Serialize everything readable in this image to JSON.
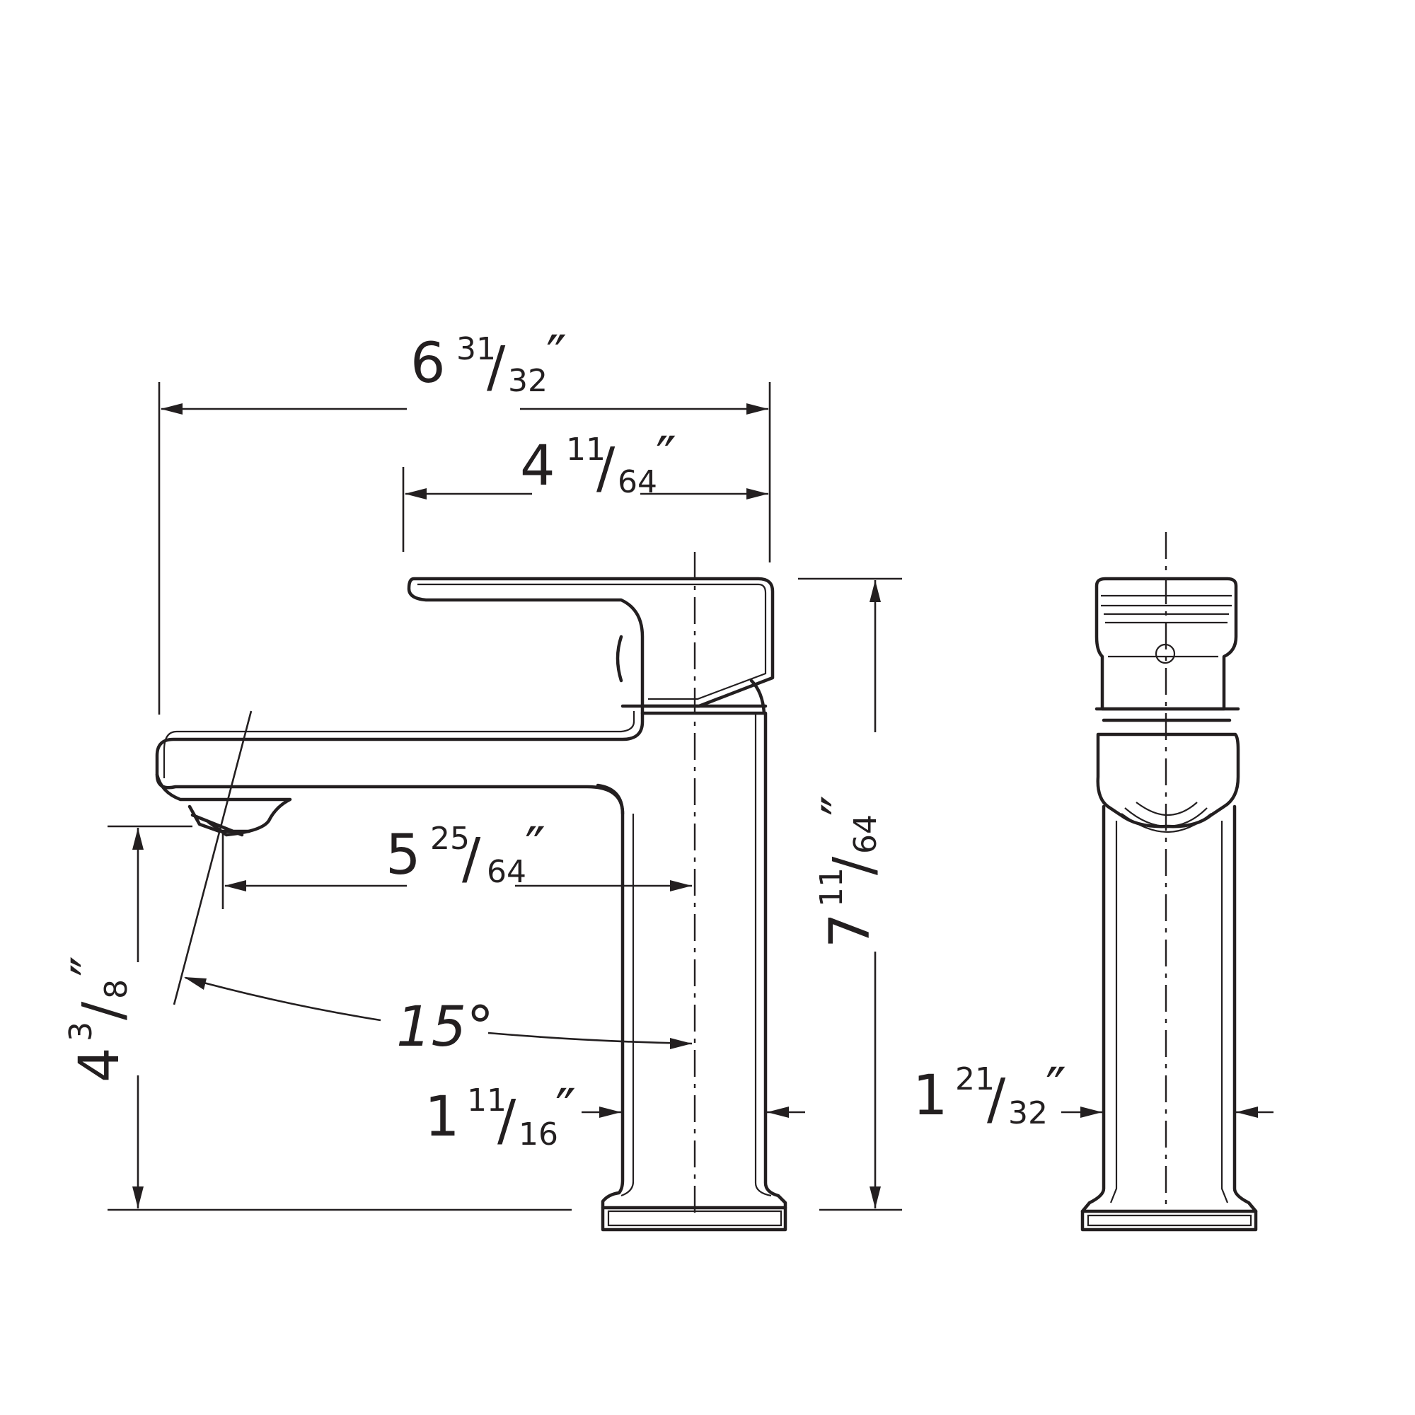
{
  "dimensions": {
    "overall_length": {
      "whole": "6",
      "num": "31",
      "den": "32",
      "unit": "″"
    },
    "handle_reach": {
      "whole": "4",
      "num": "11",
      "den": "64",
      "unit": "″"
    },
    "spout_reach": {
      "whole": "5",
      "num": "25",
      "den": "64",
      "unit": "″"
    },
    "overall_height": {
      "whole": "7",
      "num": "11",
      "den": "64",
      "unit": "″"
    },
    "spout_height": {
      "whole": "4",
      "num": "3",
      "den": "8",
      "unit": "″"
    },
    "body_width": {
      "whole": "1",
      "num": "11",
      "den": "16",
      "unit": "″"
    },
    "body_depth": {
      "whole": "1",
      "num": "21",
      "den": "32",
      "unit": "″"
    },
    "spout_angle": {
      "value": "15°"
    }
  }
}
